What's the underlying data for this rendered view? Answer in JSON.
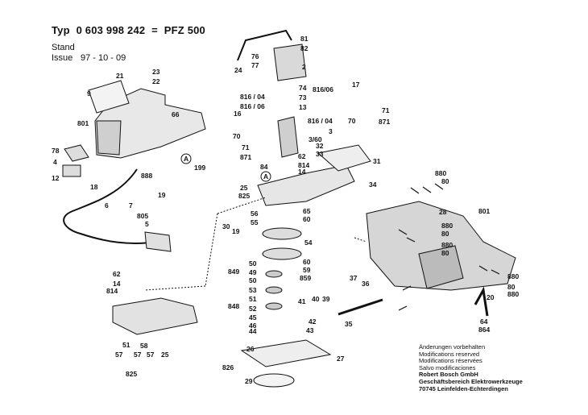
{
  "header": {
    "prefix": "Typ",
    "part_number": "0 603 998 242",
    "equals": "=",
    "model": "PFZ 500"
  },
  "stand_label": "Stand",
  "issue_label": "Issue",
  "issue_date": "97 - 10 - 09",
  "notes": [
    "Änderungen vorbehalten",
    "Modifications reserved",
    "Modifications réservées",
    "Salvo modificaciones"
  ],
  "company": [
    "Robert Bosch GmbH",
    "Geschäftsbereich Elektrowerkzeuge",
    "70745 Leinfelden-Echterdingen"
  ],
  "callouts": [
    {
      "id": "c81",
      "text": "81"
    },
    {
      "id": "c82",
      "text": "82"
    },
    {
      "id": "c76",
      "text": "76"
    },
    {
      "id": "c77",
      "text": "77"
    },
    {
      "id": "c2",
      "text": "2"
    },
    {
      "id": "c24",
      "text": "24"
    },
    {
      "id": "c74",
      "text": "74"
    },
    {
      "id": "c73",
      "text": "73"
    },
    {
      "id": "c13",
      "text": "13"
    },
    {
      "id": "c816a",
      "text": "816 / 04"
    },
    {
      "id": "c816b",
      "text": "816 / 06"
    },
    {
      "id": "c816c",
      "text": "816/06"
    },
    {
      "id": "c816d",
      "text": "816 / 04"
    },
    {
      "id": "c17",
      "text": "17"
    },
    {
      "id": "c71a",
      "text": "71"
    },
    {
      "id": "c871a",
      "text": "871"
    },
    {
      "id": "c70a",
      "text": "70"
    },
    {
      "id": "c16",
      "text": "16"
    },
    {
      "id": "c70b",
      "text": "70"
    },
    {
      "id": "c71b",
      "text": "71"
    },
    {
      "id": "c871b",
      "text": "871"
    },
    {
      "id": "c3",
      "text": "3"
    },
    {
      "id": "c360",
      "text": "3/60"
    },
    {
      "id": "c32",
      "text": "32"
    },
    {
      "id": "c33",
      "text": "33"
    },
    {
      "id": "c62a",
      "text": "62"
    },
    {
      "id": "c814a",
      "text": "814"
    },
    {
      "id": "c14a",
      "text": "14"
    },
    {
      "id": "c84",
      "text": "84"
    },
    {
      "id": "c31",
      "text": "31"
    },
    {
      "id": "c34",
      "text": "34"
    },
    {
      "id": "c25a",
      "text": "25"
    },
    {
      "id": "c825a",
      "text": "825"
    },
    {
      "id": "c21",
      "text": "21"
    },
    {
      "id": "c23",
      "text": "23"
    },
    {
      "id": "c22",
      "text": "22"
    },
    {
      "id": "c9",
      "text": "9"
    },
    {
      "id": "c66",
      "text": "66"
    },
    {
      "id": "c801a",
      "text": "801"
    },
    {
      "id": "c78",
      "text": "78"
    },
    {
      "id": "c4",
      "text": "4"
    },
    {
      "id": "c12",
      "text": "12"
    },
    {
      "id": "c18",
      "text": "18"
    },
    {
      "id": "c888",
      "text": "888"
    },
    {
      "id": "c199",
      "text": "199"
    },
    {
      "id": "c19a",
      "text": "19"
    },
    {
      "id": "c6",
      "text": "6"
    },
    {
      "id": "c7",
      "text": "7"
    },
    {
      "id": "c805",
      "text": "805"
    },
    {
      "id": "c5",
      "text": "5"
    },
    {
      "id": "c30",
      "text": "30"
    },
    {
      "id": "c19b",
      "text": "19"
    },
    {
      "id": "c56",
      "text": "56"
    },
    {
      "id": "c55",
      "text": "55"
    },
    {
      "id": "c65",
      "text": "65"
    },
    {
      "id": "c60a",
      "text": "60"
    },
    {
      "id": "c54",
      "text": "54"
    },
    {
      "id": "c60b",
      "text": "60"
    },
    {
      "id": "c59a",
      "text": "59"
    },
    {
      "id": "c859",
      "text": "859"
    },
    {
      "id": "c849",
      "text": "849"
    },
    {
      "id": "c50a",
      "text": "50"
    },
    {
      "id": "c49",
      "text": "49"
    },
    {
      "id": "c50b",
      "text": "50"
    },
    {
      "id": "c53",
      "text": "53"
    },
    {
      "id": "c848",
      "text": "848"
    },
    {
      "id": "c51",
      "text": "51"
    },
    {
      "id": "c52",
      "text": "52"
    },
    {
      "id": "c45",
      "text": "45"
    },
    {
      "id": "c46",
      "text": "46"
    },
    {
      "id": "c44",
      "text": "44"
    },
    {
      "id": "c43",
      "text": "43"
    },
    {
      "id": "c37",
      "text": "37"
    },
    {
      "id": "c36",
      "text": "36"
    },
    {
      "id": "c41",
      "text": "41"
    },
    {
      "id": "c40",
      "text": "40"
    },
    {
      "id": "c39",
      "text": "39"
    },
    {
      "id": "c35",
      "text": "35"
    },
    {
      "id": "c42",
      "text": "42"
    },
    {
      "id": "c27",
      "text": "27"
    },
    {
      "id": "c826",
      "text": "826"
    },
    {
      "id": "c26a",
      "text": "26"
    },
    {
      "id": "c29",
      "text": "29"
    },
    {
      "id": "c62b",
      "text": "62"
    },
    {
      "id": "c14b",
      "text": "14"
    },
    {
      "id": "c814b",
      "text": "814"
    },
    {
      "id": "c51b",
      "text": "51"
    },
    {
      "id": "c57a",
      "text": "57"
    },
    {
      "id": "c58",
      "text": "58"
    },
    {
      "id": "c57b",
      "text": "57"
    },
    {
      "id": "c57c",
      "text": "57"
    },
    {
      "id": "c25b",
      "text": "25"
    },
    {
      "id": "c825b",
      "text": "825"
    },
    {
      "id": "c880a",
      "text": "880"
    },
    {
      "id": "c80a",
      "text": "80"
    },
    {
      "id": "c28",
      "text": "28"
    },
    {
      "id": "c801b",
      "text": "801"
    },
    {
      "id": "c880b",
      "text": "880"
    },
    {
      "id": "c80b",
      "text": "80"
    },
    {
      "id": "c880c",
      "text": "880"
    },
    {
      "id": "c80c",
      "text": "80"
    },
    {
      "id": "c880d",
      "text": "880"
    },
    {
      "id": "c20",
      "text": "20"
    },
    {
      "id": "c80d",
      "text": "80"
    },
    {
      "id": "c880e",
      "text": "880"
    },
    {
      "id": "c64",
      "text": "64"
    },
    {
      "id": "c864",
      "text": "864"
    },
    {
      "id": "cA1",
      "text": "A"
    },
    {
      "id": "cA2",
      "text": "A"
    }
  ]
}
